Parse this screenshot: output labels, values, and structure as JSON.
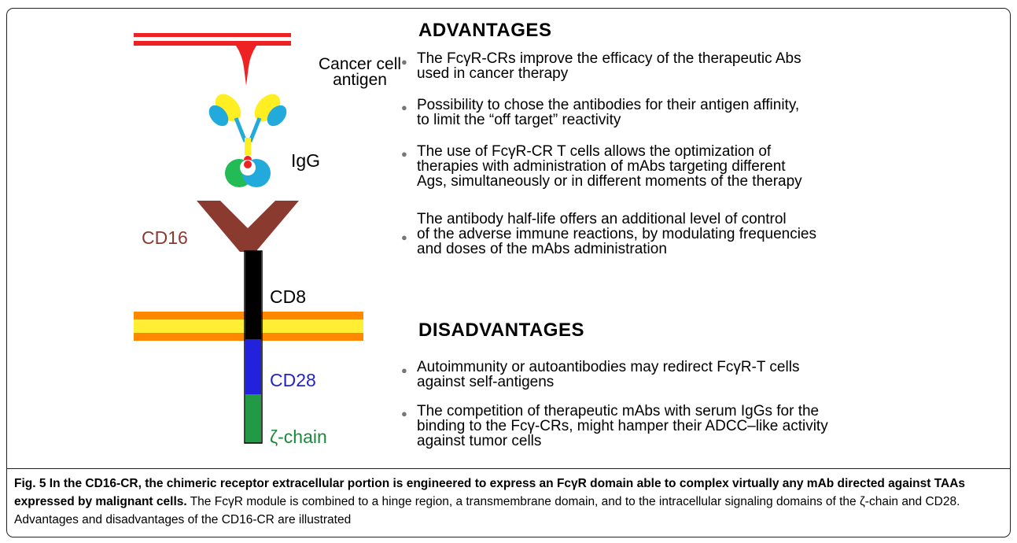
{
  "diagram": {
    "labels": {
      "antigen": "Cancer cell\nantigen",
      "igg": "IgG",
      "cd16": "CD16",
      "cd8": "CD8",
      "cd28": "CD28",
      "zeta": "ζ-chain"
    }
  },
  "advantages": {
    "heading": "ADVANTAGES",
    "items": [
      "The FcγR-CRs improve the efficacy of the therapeutic Abs\nused in cancer therapy",
      "Possibility to chose the antibodies for their antigen affinity,\nto limit the “off target” reactivity",
      "The use of FcγR-CR T cells allows the optimization of\ntherapies with administration of mAbs targeting different\nAgs, simultaneously or in different moments of the therapy",
      "The antibody half-life offers an additional level of control\nof the adverse immune reactions, by modulating frequencies\nand doses of the mAbs administration"
    ]
  },
  "disadvantages": {
    "heading": "DISADVANTAGES",
    "items": [
      "Autoimmunity or autoantibodies may redirect FcγR-T cells\nagainst self-antigens",
      "The competition of therapeutic mAbs with serum IgGs for the\nbinding to the Fcγ-CRs, might hamper their ADCC–like activity\nagainst tumor cells"
    ]
  },
  "caption": {
    "bold": "Fig. 5 In the CD16-CR, the chimeric receptor extracellular portion is engineered to express an FcγR domain able to complex virtually any mAb directed against TAAs expressed by malignant cells.",
    "normal": " The FcγR module is combined to a hinge region, a transmembrane domain, and to the intracellular signaling domains of the ζ-chain and CD28. Advantages and disadvantages of the CD16-CR are illustrated"
  }
}
